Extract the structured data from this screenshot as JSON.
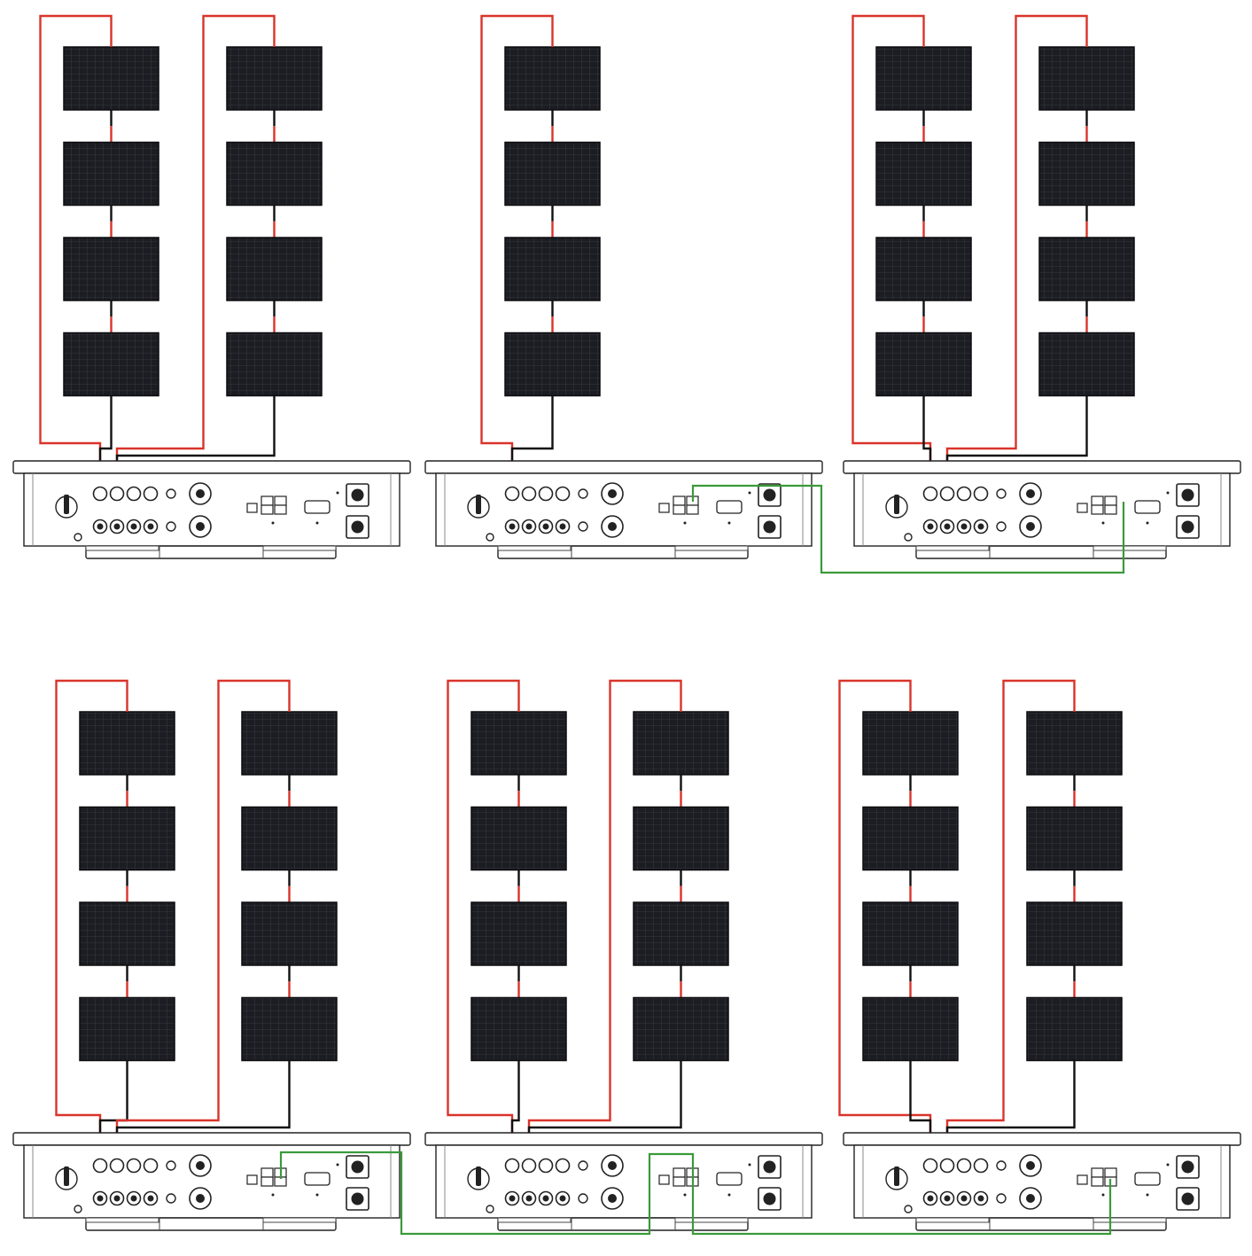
{
  "diagram": {
    "type": "pv-string-wiring",
    "colors": {
      "positive_wire": "#d9342b",
      "negative_wire": "#111111",
      "communication_link": "#3a9a3a",
      "panel": "#1c1d22",
      "panel_grid": "#3e4048",
      "inverter_outline": "#222222"
    },
    "panel_icon": "solar-panel",
    "inverter_icon": "string-inverter",
    "systems": [
      {
        "id": "1",
        "strings": [
          4,
          4
        ],
        "comm_ports": false
      },
      {
        "id": "2",
        "strings": [
          4
        ],
        "comm_ports": true
      },
      {
        "id": "3",
        "strings": [
          4,
          4
        ],
        "comm_ports": false
      },
      {
        "id": "4",
        "strings": [
          4,
          4
        ],
        "comm_ports": false
      },
      {
        "id": "5",
        "strings": [
          4,
          4
        ],
        "comm_ports": true
      },
      {
        "id": "6",
        "strings": [
          4,
          4
        ],
        "comm_ports": false
      }
    ],
    "communication_links": [
      {
        "from": "2",
        "to": "3"
      },
      {
        "from": "4",
        "to": "5"
      },
      {
        "from": "5",
        "to": "6"
      }
    ]
  }
}
